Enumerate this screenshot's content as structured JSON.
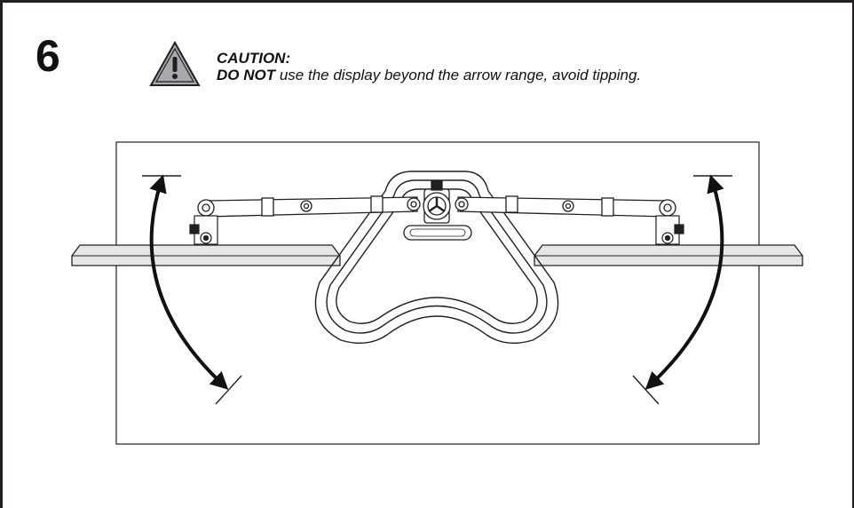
{
  "step": {
    "number": "6"
  },
  "caution": {
    "title": "CAUTION:",
    "emphasis": "DO NOT",
    "message": " use the display beyond the arrow range, avoid tipping."
  },
  "icons": {
    "warning": "warning-triangle-icon"
  },
  "colors": {
    "line": "#231f20",
    "fill_gray": "#e6e6e6",
    "icon_gray": "#a7a9ac"
  }
}
